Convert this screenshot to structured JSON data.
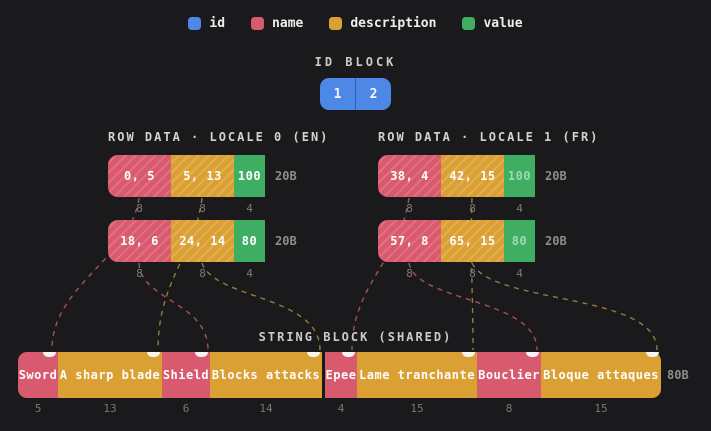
{
  "legend": {
    "items": [
      {
        "label": "id",
        "color": "#4e88e6"
      },
      {
        "label": "name",
        "color": "#d85a6e"
      },
      {
        "label": "description",
        "color": "#daa033"
      },
      {
        "label": "value",
        "color": "#3fae63"
      }
    ]
  },
  "id_block": {
    "title": "ID BLOCK",
    "cells": [
      "1",
      "2"
    ]
  },
  "locales": [
    {
      "title": "ROW DATA · LOCALE 0 (EN)",
      "rows": [
        {
          "size_label": "20B",
          "segments": [
            {
              "field": "name",
              "text": "0, 5",
              "bytes": "8"
            },
            {
              "field": "description",
              "text": "5, 13",
              "bytes": "8"
            },
            {
              "field": "value",
              "text": "100",
              "bytes": "4"
            }
          ]
        },
        {
          "size_label": "20B",
          "segments": [
            {
              "field": "name",
              "text": "18, 6",
              "bytes": "8"
            },
            {
              "field": "description",
              "text": "24, 14",
              "bytes": "8"
            },
            {
              "field": "value",
              "text": "80",
              "bytes": "4"
            }
          ]
        }
      ]
    },
    {
      "title": "ROW DATA · LOCALE 1 (FR)",
      "rows": [
        {
          "size_label": "20B",
          "segments": [
            {
              "field": "name",
              "text": "38, 4",
              "bytes": "8"
            },
            {
              "field": "description",
              "text": "42, 15",
              "bytes": "8"
            },
            {
              "field": "value",
              "text": "100",
              "bytes": "4"
            }
          ]
        },
        {
          "size_label": "20B",
          "segments": [
            {
              "field": "name",
              "text": "57, 8",
              "bytes": "8"
            },
            {
              "field": "description",
              "text": "65, 15",
              "bytes": "8"
            },
            {
              "field": "value",
              "text": "80",
              "bytes": "4"
            }
          ]
        }
      ]
    }
  ],
  "string_block": {
    "title": "STRING BLOCK (SHARED)",
    "size_label": "80B",
    "segments": [
      {
        "text": "Sword",
        "field": "name",
        "bytes": "5"
      },
      {
        "text": "A sharp blade",
        "field": "description",
        "bytes": "13"
      },
      {
        "text": "Shield",
        "field": "name",
        "bytes": "6"
      },
      {
        "text": "Blocks attacks",
        "field": "description",
        "bytes": "14"
      },
      {
        "text": "Epee",
        "field": "name",
        "bytes": "4"
      },
      {
        "text": "Lame tranchante",
        "field": "description",
        "bytes": "15"
      },
      {
        "text": "Bouclier",
        "field": "name",
        "bytes": "8"
      },
      {
        "text": "Bloque attaques",
        "field": "description",
        "bytes": "15"
      }
    ]
  },
  "colors": {
    "background": "#1a1a1c",
    "id": "#4e88e6",
    "name": "#d85a6e",
    "description": "#daa033",
    "value": "#3fae63"
  }
}
